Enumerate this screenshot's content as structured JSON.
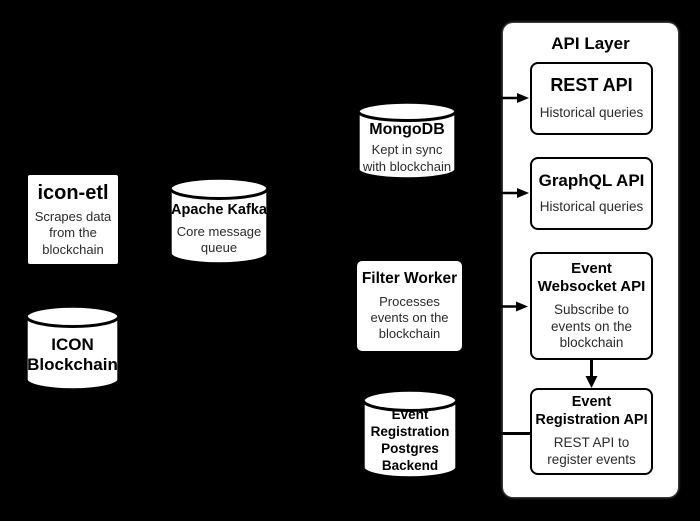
{
  "canvas": {
    "background": "#000000",
    "shape_fill": "#ffffff",
    "stroke": "#000000"
  },
  "nodes": {
    "icon_etl": {
      "title": "icon-etl",
      "body": "Scrapes data\nfrom the\nblockchain"
    },
    "kafka": {
      "title": "Apache Kafka",
      "body": "Core message\nqueue"
    },
    "icon_blockchain": {
      "title": "ICON\nBlockchain"
    },
    "mongodb": {
      "title": "MongoDB",
      "body": "Kept in sync\nwith blockchain"
    },
    "filter_worker": {
      "title": "Filter Worker",
      "body": "Processes\nevents on the\nblockchain"
    },
    "postgres_backend": {
      "title": "Event\nRegistration\nPostgres\nBackend"
    }
  },
  "api_layer": {
    "title": "API Layer",
    "boxes": [
      {
        "title": "REST API",
        "body": "Historical queries"
      },
      {
        "title": "GraphQL API",
        "body": "Historical queries"
      },
      {
        "title": "Event\nWebsocket API",
        "body": "Subscribe to\nevents on the\nblockchain"
      },
      {
        "title": "Event\nRegistration API",
        "body": "REST API to\nregister events"
      }
    ]
  }
}
